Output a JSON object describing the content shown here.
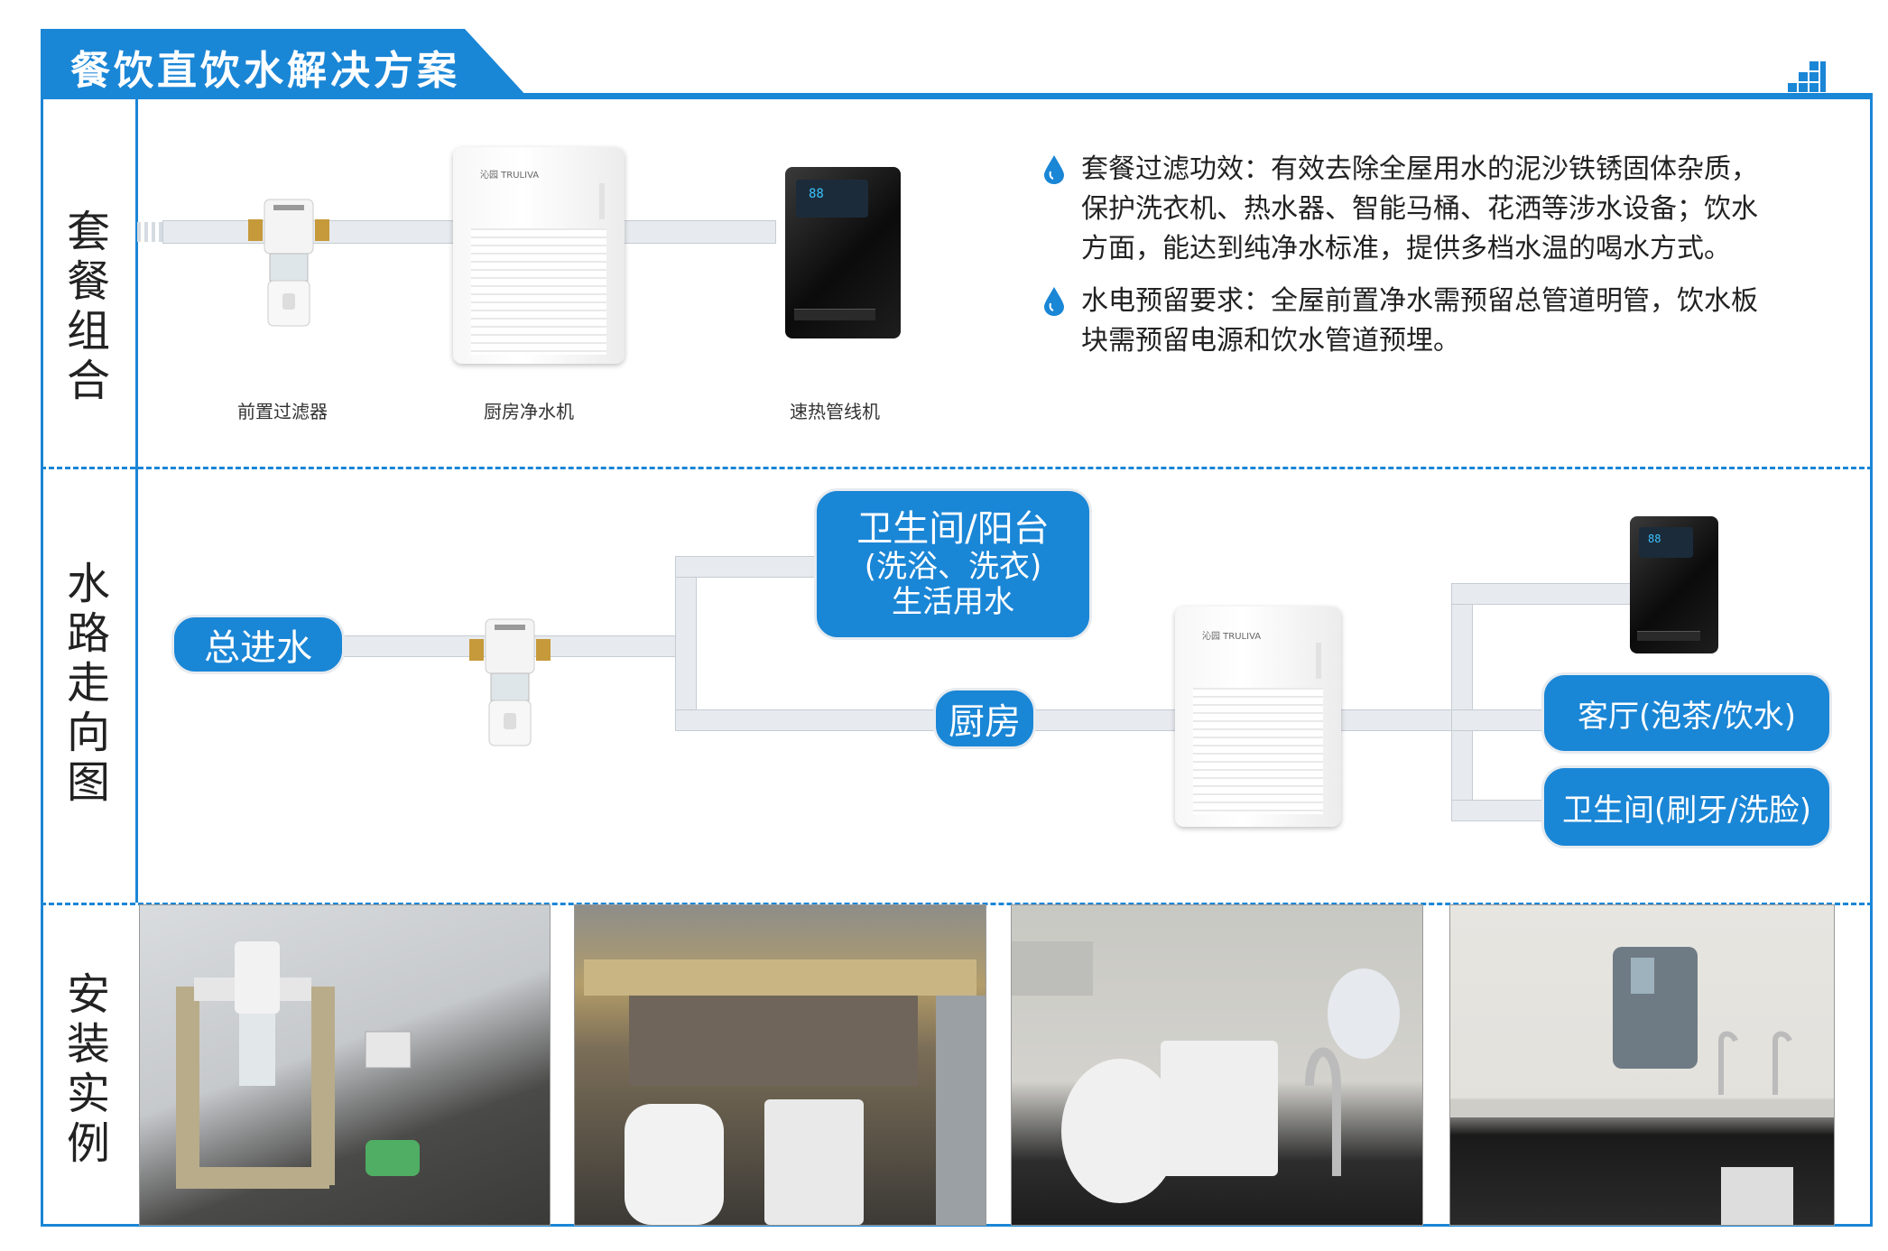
{
  "header": {
    "title": "餐饮直饮水解决方案"
  },
  "rows": [
    {
      "label": "套餐组合"
    },
    {
      "label": "水路走向图"
    },
    {
      "label": "安装实例"
    }
  ],
  "products": [
    {
      "name": "前置过滤器"
    },
    {
      "name": "厨房净水机"
    },
    {
      "name": "速热管线机"
    }
  ],
  "brand": {
    "purifier_logo": "沁园 TRULIVA"
  },
  "bullets": [
    {
      "lines": [
        "套餐过滤功效：有效去除全屋用水的泥沙铁锈固体杂质，",
        "保护洗衣机、热水器、智能马桶、花洒等涉水设备；饮水",
        "方面，能达到纯净水标准，提供多档水温的喝水方式。"
      ]
    },
    {
      "lines": [
        "水电预留要求：全屋前置净水需预留总管道明管，饮水板",
        "块需预留电源和饮水管道预埋。"
      ]
    }
  ],
  "flow": {
    "inlet": "总进水",
    "bathroom_line1": "卫生间/阳台",
    "bathroom_line2": "(洗浴、洗衣)",
    "bathroom_line3": "生活用水",
    "kitchen": "厨房",
    "living": "客厅(泡茶/饮水)",
    "washroom": "卫生间(刷牙/洗脸)"
  },
  "colors": {
    "accent": "#1a86d6",
    "pipe": "#e7ebef"
  },
  "icons": [
    "water-drop-icon",
    "brand-logo-icon"
  ]
}
